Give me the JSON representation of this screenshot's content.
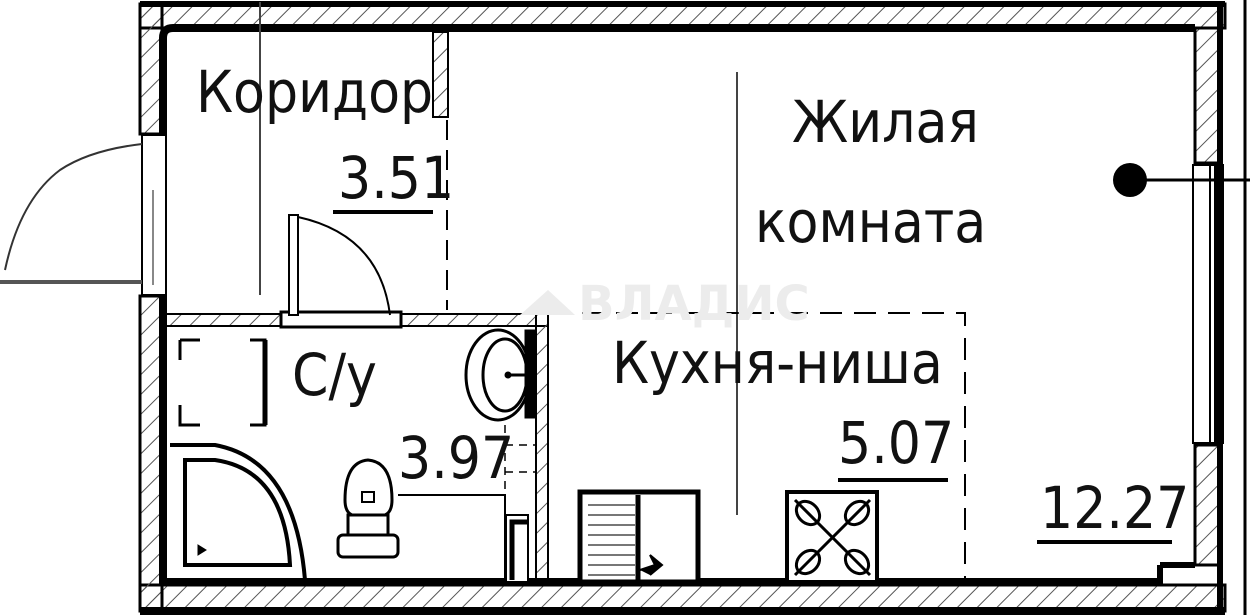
{
  "plan": {
    "watermark": "ВЛАДИС",
    "colors": {
      "line": "#000000",
      "background": "#ffffff",
      "hatch": "#555555",
      "watermark": "#ececec"
    },
    "rooms": [
      {
        "id": "corridor",
        "name": "Коридор",
        "area": "3.51"
      },
      {
        "id": "bathroom",
        "name": "С/у",
        "area": "3.97"
      },
      {
        "id": "kitchen-niche",
        "name": "Кухня-ниша",
        "area": "5.07"
      },
      {
        "id": "living-room",
        "name_line1": "Жилая",
        "name_line2": "комната",
        "area": "12.27"
      }
    ]
  }
}
